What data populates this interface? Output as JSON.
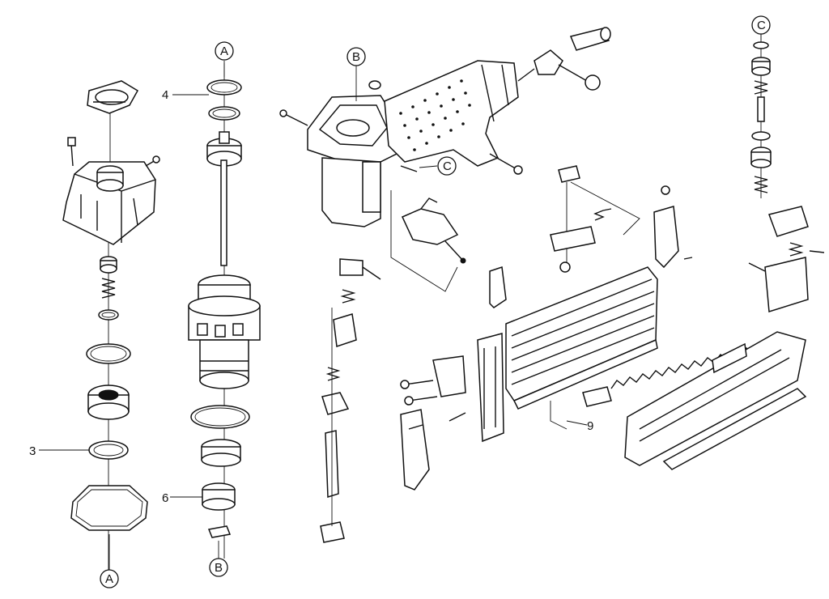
{
  "callouts": {
    "num_4": "4",
    "num_3": "3",
    "num_6": "6",
    "num_9": "9",
    "letter_a_top": "A",
    "letter_a_bottom": "A",
    "letter_b_top": "B",
    "letter_b_bottom": "B",
    "letter_c_right": "C",
    "letter_c_mid": "C"
  }
}
